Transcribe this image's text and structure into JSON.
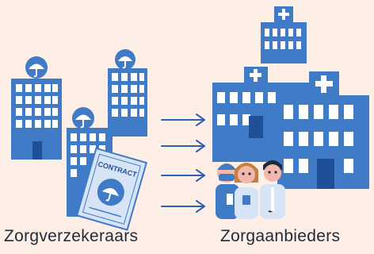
{
  "labels": {
    "insurers": "Zorgverzekeraars",
    "providers": "Zorgaanbieders",
    "contract": "CONTRACT"
  },
  "icons": {
    "insurer_building": "umbrella-building-icon",
    "contract_document": "contract-icon",
    "hospital": "hospital-icon",
    "care_staff": "doctor-group-icon",
    "arrow": "arrow-right-icon"
  },
  "colors": {
    "background": "#fdeee6",
    "building": "#3f7bc7",
    "window": "#ffffff",
    "door": "#1f4f96",
    "arrow": "#2f5fb0",
    "contract_paper": "#d7e4f5",
    "text": "#1f2a3a"
  }
}
